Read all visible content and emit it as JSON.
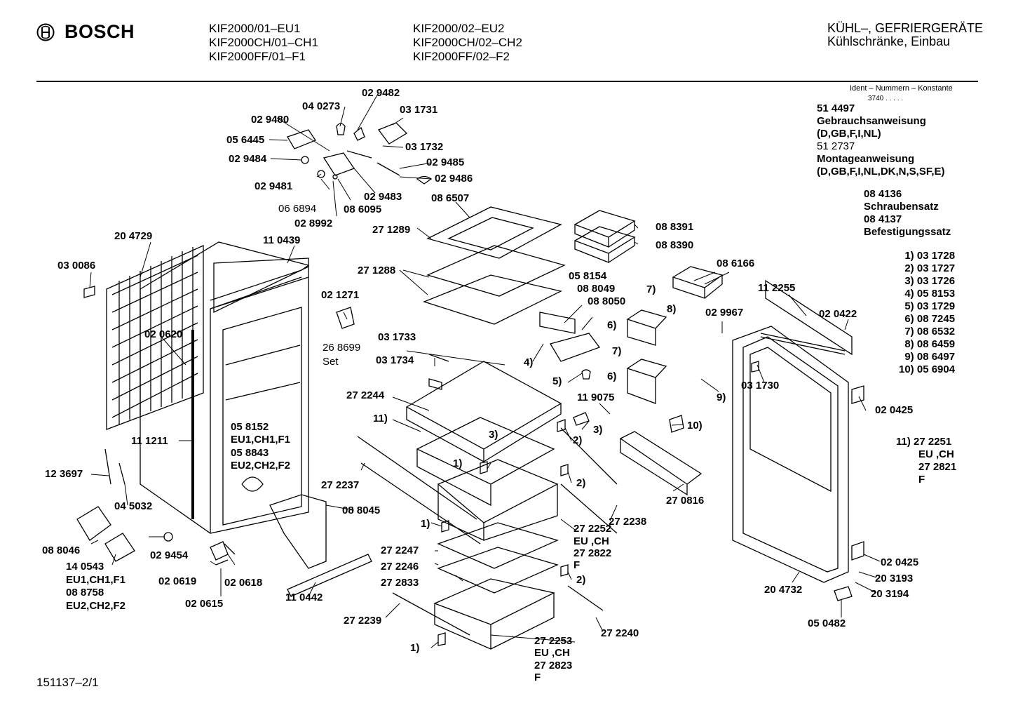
{
  "header": {
    "brand": "BOSCH",
    "models_col1": [
      "KIF2000/01–EU1",
      "KIF2000CH/01–CH1",
      "KIF2000FF/01–F1"
    ],
    "models_col2": [
      "KIF2000/02–EU2",
      "KIF2000CH/02–CH2",
      "KIF2000FF/02–F2"
    ],
    "category_line1": "KÜHL–, GEFRIERGERÄTE",
    "category_line2": "Kühlschränke, Einbau"
  },
  "ident": {
    "heading": "Ident – Nummern – Konstante",
    "constant": "3740 .  .  .  .  ."
  },
  "documents": [
    "51 4497",
    "Gebrauchsanweisung",
    "(D,GB,F,I,NL)",
    "51 2737",
    "Montageanweisung",
    "(D,GB,F,I,NL,DK,N,S,SF,E)"
  ],
  "kits": [
    "08 4136",
    "Schraubensatz",
    "08 4137",
    "Befestigungssatz"
  ],
  "numbered_parts": [
    "1) 03 1728",
    "2) 03 1727",
    "3) 03 1726",
    "4) 05 8153",
    "5) 03 1729",
    "6) 08 7245",
    "7) 08 6532",
    "8) 08 6459",
    "9) 08 6497",
    "10) 05 6904"
  ],
  "variant_11": [
    "11) 27 2251",
    "EU  ,CH",
    "27 2821",
    "F"
  ],
  "part_labels": {
    "p029482": "02 9482",
    "p040273": "04 0273",
    "p031731": "03 1731",
    "p029480": "02 9480",
    "p056445": "05 6445",
    "p031732": "03 1732",
    "p029484": "02 9484",
    "p029485": "02 9485",
    "p029481": "02 9481",
    "p029486": "02 9486",
    "p029483": "02 9483",
    "p066894": "06 6894",
    "p086095": "08 6095",
    "p028992": "02 8992",
    "p086507": "08 6507",
    "p271289": "27 1289",
    "p088391": "08 8391",
    "p088390": "08 8390",
    "p204729": "20 4729",
    "p110439": "11 0439",
    "p030086": "03 0086",
    "p271288": "27 1288",
    "p086166": "08 6166",
    "p058154": "05 8154",
    "p088049": "08 8049",
    "p088050": "08 8050",
    "p7": "7)",
    "p112255": "11 2255",
    "p021271": "02 1271",
    "p020422": "02 0422",
    "p8": "8)",
    "p029967": "02 9967",
    "p6": "6)",
    "p020620": "02 0620",
    "p031733": "03 1733",
    "p268699": "26 8699",
    "pset": "Set",
    "p4": "4)",
    "p7b": "7)",
    "p031734": "03 1734",
    "p5": "5)",
    "p6b": "6)",
    "p031730": "03 1730",
    "p9": "9)",
    "p272244": "27 2244",
    "p119075": "11 9075",
    "p020425a": "02 0425",
    "p11": "11)",
    "p3a": "3)",
    "p10": "10)",
    "p3b": "3)",
    "p2a": "2)",
    "p058152": "05 8152",
    "peu1": "EU1,CH1,F1",
    "p058843": "05 8843",
    "peu2": "EU2,CH2,F2",
    "p111211": "11 1211",
    "p1a": "1)",
    "p123697": "12 3697",
    "p2b": "2)",
    "p272237": "27 2237",
    "p270816": "27 0816",
    "p045032": "04 5032",
    "p088045": "08 8045",
    "p272238": "27 2238",
    "p1b": "1)",
    "p272252": "27 2252",
    "pv1a": "EU  ,CH",
    "p272822": "27 2822",
    "pf1": "F",
    "p088046": "08 8046",
    "p029454": "02 9454",
    "p272247": "27 2247",
    "p272246": "27 2246",
    "p2c": "2)",
    "p272833": "27 2833",
    "p020425b": "02 0425",
    "p140543": "14 0543",
    "peu3": "EU1,CH1,F1",
    "p088758": "08 8758",
    "peu4": "EU2,CH2,F2",
    "p020619": "02 0619",
    "p020618": "02 0618",
    "p020615": "02 0615",
    "p110442": "11 0442",
    "p204732": "20 4732",
    "p203193": "20 3193",
    "p203194": "20 3194",
    "p272239": "27 2239",
    "p272240": "27 2240",
    "p050482": "05 0482",
    "p1c": "1)",
    "p272253": "27 2253",
    "pv2a": "EU  ,CH",
    "p272823": "27 2823",
    "pf2": "F"
  },
  "footer_code": "151137–2/1"
}
